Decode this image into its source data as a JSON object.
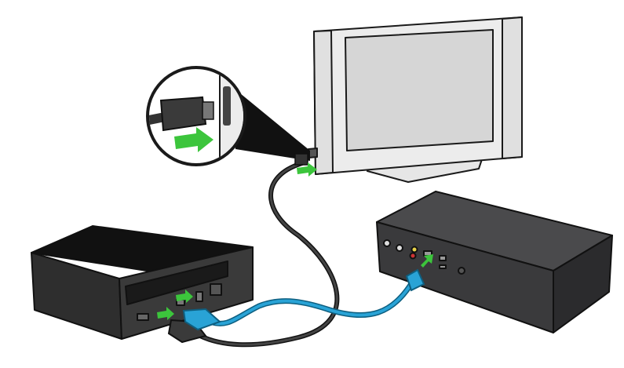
{
  "diagram": {
    "components": [
      "tv",
      "console",
      "cable-box",
      "hdmi-out-cable",
      "hdmi-in-cable",
      "port-inset"
    ],
    "colors": {
      "background": "#ffffff",
      "tv_frame": "#e6e6e6",
      "tv_screen": "#d9d9d9",
      "outline": "#1a1a1a",
      "console_body": "#2e2e2e",
      "console_top": "#111111",
      "cable_box_body": "#3a3a3c",
      "hdmi_out_cable": "#333333",
      "hdmi_in_cable": "#29a3d6",
      "arrow": "#3cc53c"
    }
  }
}
